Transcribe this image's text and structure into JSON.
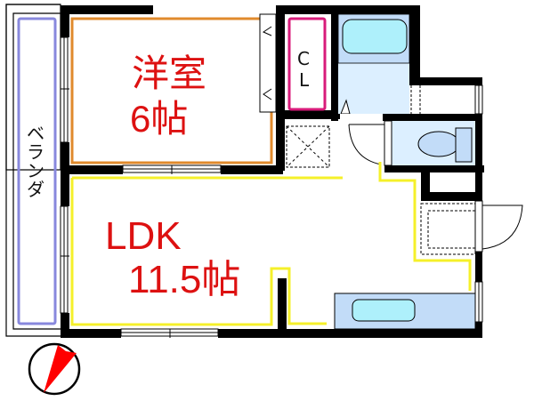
{
  "floor_plan": {
    "rooms": [
      {
        "id": "western-room",
        "name": "洋室",
        "size": "6帖",
        "outline_color": "#e08a2c"
      },
      {
        "id": "ldk",
        "name": "LDK",
        "size": "11.5帖",
        "outline_color": "#f5f02a"
      },
      {
        "id": "closet",
        "name_line1": "C",
        "name_line2": "L",
        "outline_color": "#d81b7a"
      },
      {
        "id": "veranda",
        "name": "ベランダ",
        "chars": [
          "ベ",
          "ラ",
          "ン",
          "ダ"
        ],
        "outline_color": "#8888dd"
      }
    ],
    "fixtures": [
      "bathtub",
      "unit-bath",
      "toilet",
      "washing-machine-space",
      "storage-space",
      "kitchen-counter",
      "entrance-door"
    ],
    "colors": {
      "wall": "#000000",
      "label": "#dd1111",
      "wet_area": "#dcefff",
      "tub": "#aef0fb",
      "fixture_blue": "#c2dcf8"
    },
    "compass": {
      "icon": "north-arrow-icon",
      "color": "#ff0000"
    }
  }
}
